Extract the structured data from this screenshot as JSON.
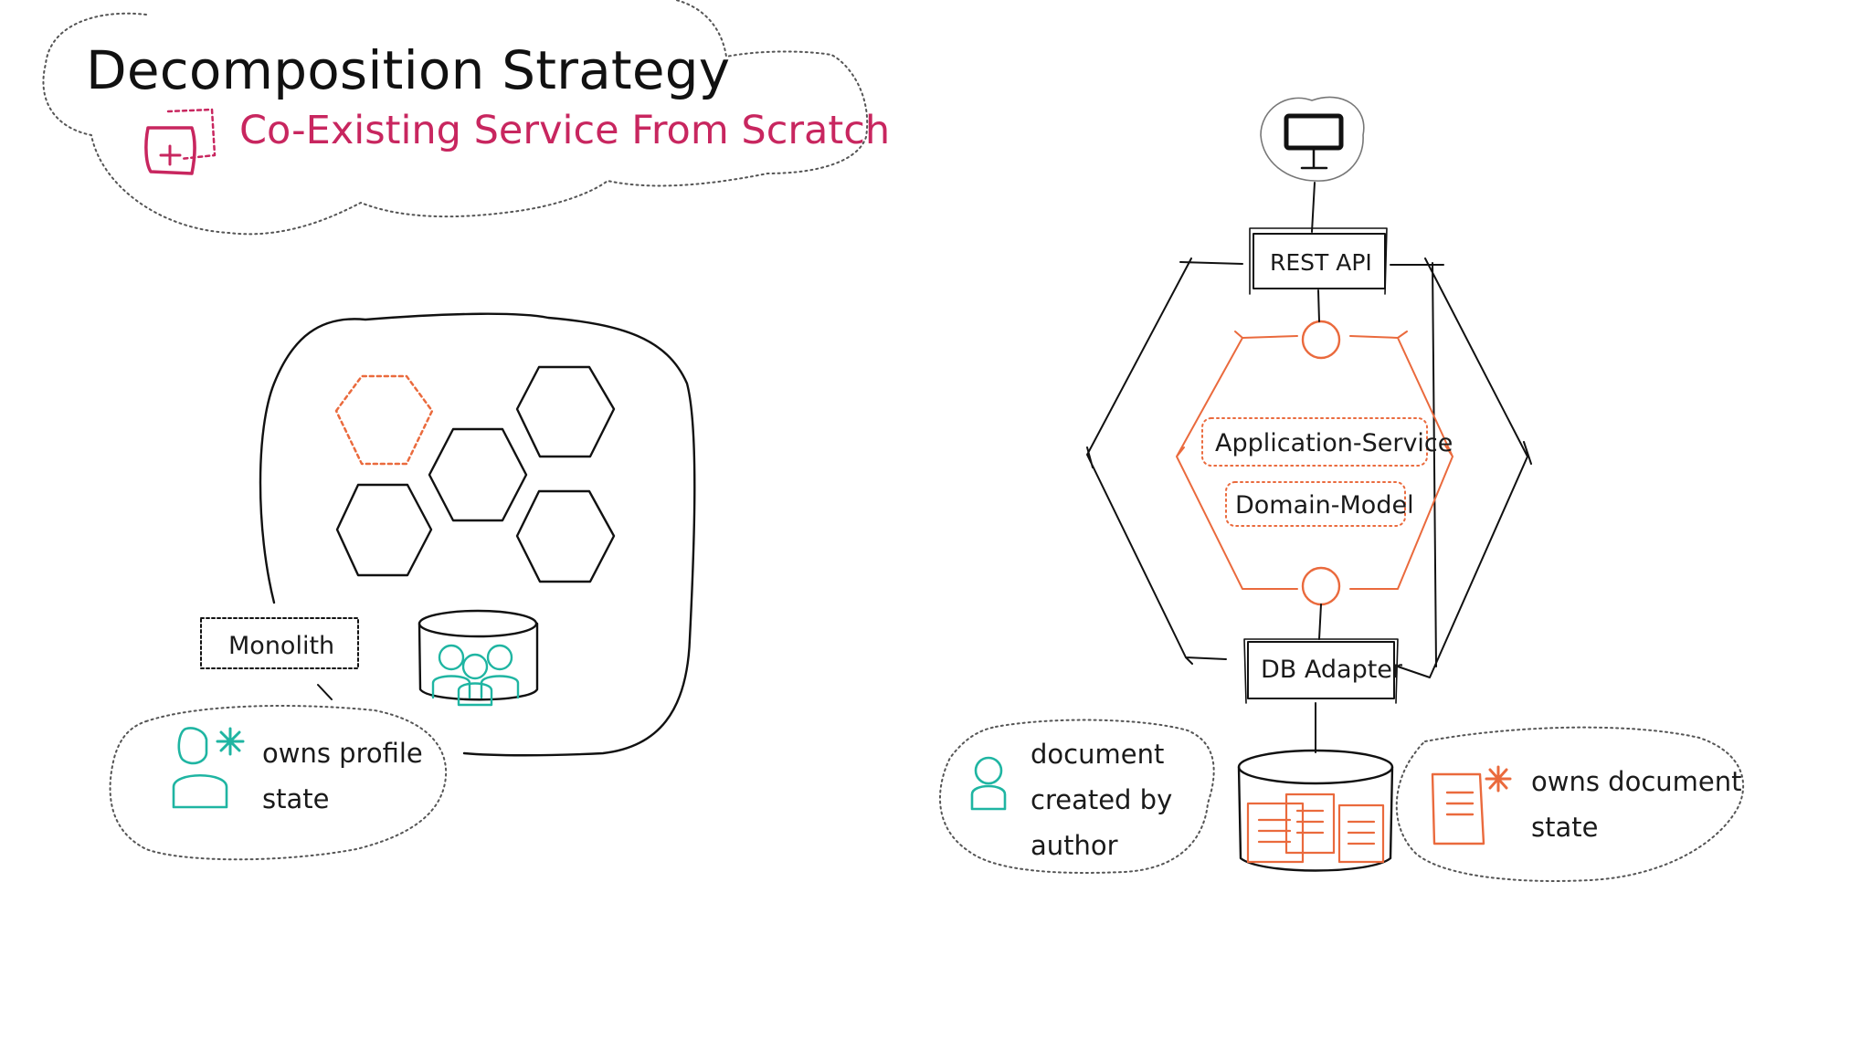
{
  "title": "Decomposition Strategy",
  "subtitle": "Co-Existing Service From Scratch",
  "monolith": {
    "label": "Monolith",
    "note_line1": "owns profile",
    "note_line2": "state"
  },
  "service": {
    "api_label": "REST API",
    "db_adapter_label": "DB Adapter",
    "application_service_label": "Application-Service",
    "domain_model_label": "Domain-Model"
  },
  "notes": {
    "author_line1": "document",
    "author_line2": "created by",
    "author_line3": "author",
    "owns_doc_line1": "owns document",
    "owns_doc_line2": "state"
  },
  "colors": {
    "ink": "#1a1a1a",
    "accent_magenta": "#c8265f",
    "accent_orange": "#ea6a3d",
    "accent_teal": "#1fb5a2",
    "cloud_gray": "#555555"
  },
  "icons": [
    "scratch-box-icon",
    "monitor-icon",
    "user-star-icon",
    "user-icon",
    "document-star-icon",
    "users-database-icon",
    "documents-database-icon"
  ]
}
